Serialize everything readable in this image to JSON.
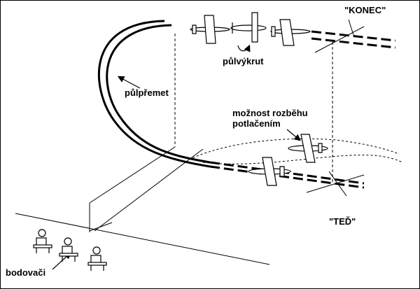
{
  "labels": {
    "konec": "\"KONEC\"",
    "pulvykrut": "půlvýkrut",
    "pulpremet": "půlpřemet",
    "moznost_line1": "možnost rozběhu",
    "moznost_line2": "potlačením",
    "ted": "\"TEĎ\"",
    "bodovaci": "bodovači"
  },
  "colors": {
    "ink": "#000000",
    "background": "#ffffff"
  },
  "icons": {
    "plane_icon": "airplane-top-view",
    "judge_icon": "seated-judge-at-desk",
    "arrow_icon": "curved-arrow"
  }
}
